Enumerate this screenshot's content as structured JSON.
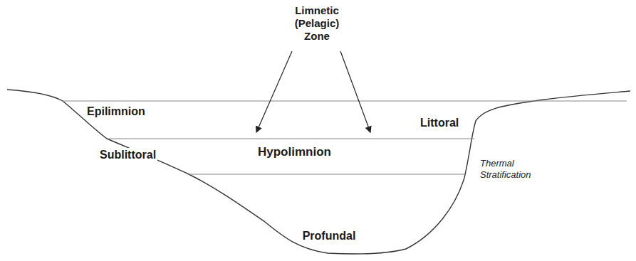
{
  "diagram": {
    "labels": [
      "Limnetic (Pelagic) Zone",
      "Epilimnion",
      "Littoral",
      "Sublittoral",
      "Hypolimnion",
      "Thermal Stratification",
      "Profundal"
    ]
  }
}
